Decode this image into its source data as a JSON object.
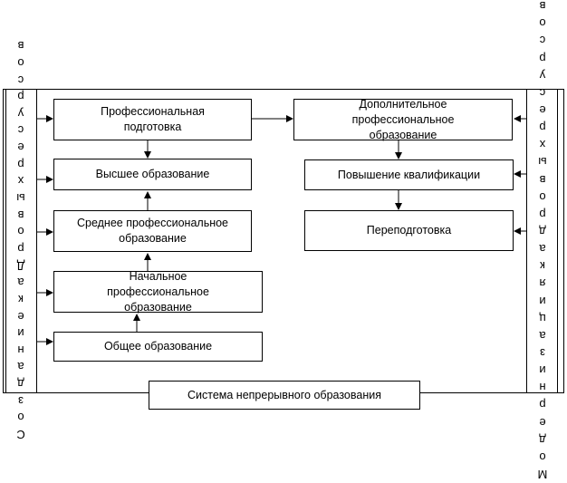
{
  "left_side": {
    "letters": [
      "С",
      "о",
      "з",
      "д",
      "а",
      "н",
      "и",
      "е",
      "к",
      "а",
      "Д",
      "р",
      "о",
      "в",
      "ы",
      "х",
      "р",
      "е",
      "с",
      "у",
      "р",
      "с",
      "о",
      "в"
    ]
  },
  "right_side": {
    "letters": [
      "М",
      "о",
      "д",
      "е",
      "р",
      "н",
      "и",
      "з",
      "а",
      "ц",
      "и",
      "я",
      "к",
      "а",
      "д",
      "р",
      "о",
      "в",
      "ы",
      "х",
      "р",
      "е",
      "с",
      "у",
      "р",
      "с",
      "о",
      "в"
    ]
  },
  "left_column": {
    "professional_training": "Профессиональная подготовка",
    "higher_education": "Высшее образование",
    "secondary_professional": "Среднее профессиональное образование",
    "primary_professional": "Начальное профессиональное образование",
    "general_education": "Общее образование"
  },
  "right_column": {
    "additional_professional": "Дополнительное профессиональное образование",
    "qualification_upgrade": "Повышение квалификации",
    "retraining": "Переподготовка"
  },
  "bottom": {
    "system_label": "Система непрерывного образования"
  }
}
